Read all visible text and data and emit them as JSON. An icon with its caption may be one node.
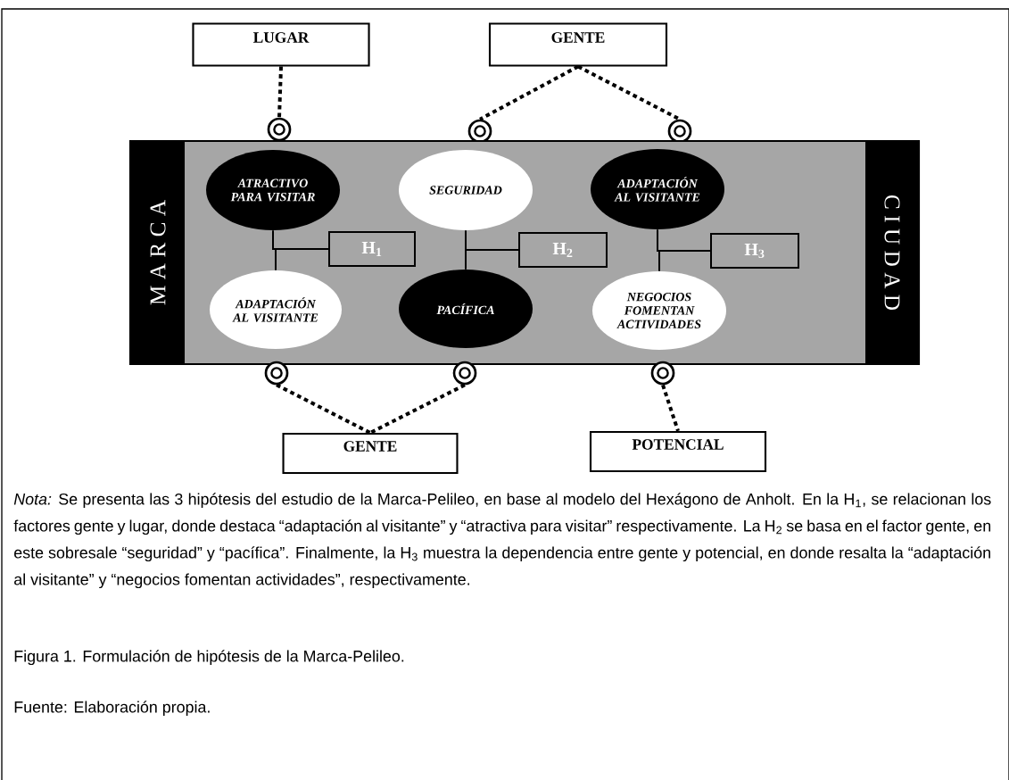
{
  "diagram": {
    "caption": "Figura 1. Formulación de hipótesis de la Marca-Pelileo.",
    "nodes": [
      {
        "text": [
          "LUGAR"
        ]
      },
      {
        "text": [
          "GENTE"
        ]
      },
      {
        "text": [],
        "shape": "circle"
      },
      {
        "text": [],
        "shape": "circle"
      },
      {
        "text": [],
        "shape": "circle"
      },
      {
        "text": [
          "M A R C A",
          "C I U D A D"
        ]
      },
      {
        "text": [
          "ATRACTIVO PARA VISITAR"
        ],
        "in": 5
      },
      {
        "text": [
          "SEGURIDAD"
        ],
        "in": 5
      },
      {
        "text": [
          "ADAPTACIÓN AL VISITANTE"
        ],
        "in": 5
      },
      {
        "text": [
          "H$_{1}$"
        ],
        "in": 5
      },
      {
        "text": [
          "H$_{2}$"
        ],
        "in": 5
      },
      {
        "text": [
          "H$_{3}$"
        ],
        "in": 5
      },
      {
        "text": [
          "ADAPTACIÓN AL VISITANTE"
        ],
        "in": 5
      },
      {
        "text": [
          "PACÍFICA"
        ],
        "in": 5
      },
      {
        "text": [
          "NEGOCIOS FOMENTAN ACTIVIDADES"
        ],
        "in": 5
      },
      {
        "text": [],
        "shape": "circle"
      },
      {
        "text": [],
        "shape": "circle"
      },
      {
        "text": [],
        "shape": "circle"
      },
      {
        "text": [
          "GENTE"
        ]
      },
      {
        "text": [
          "POTENCIAL"
        ]
      }
    ],
    "edges": [
      {
        "from": 0,
        "to": 2,
        "arrow": "none",
        "style": "dashed"
      },
      {
        "from": 1,
        "to": 3,
        "arrow": "none",
        "style": "dashed"
      },
      {
        "from": 1,
        "to": 4,
        "arrow": "none",
        "style": "dashed"
      },
      {
        "from": 9,
        "to": 6,
        "arrow": "none"
      },
      {
        "from": 9,
        "to": 12,
        "arrow": "none"
      },
      {
        "from": 10,
        "to": 7,
        "arrow": "none"
      },
      {
        "from": 10,
        "to": 13,
        "arrow": "none"
      },
      {
        "from": 11,
        "to": 8,
        "arrow": "none"
      },
      {
        "from": 11,
        "to": 14,
        "arrow": "none"
      },
      {
        "from": 15,
        "to": 18,
        "arrow": "none",
        "style": "dashed"
      },
      {
        "from": 16,
        "to": 18,
        "arrow": "none",
        "style": "dashed"
      },
      {
        "from": 17,
        "to": 19,
        "arrow": "none",
        "style": "dashed"
      }
    ],
    "labels": [
      "*Nota:* Se presenta las 3 hipótesis del estudio de la Marca-Pelileo, en base al modelo del Hexágono de Anholt. En la H$_{1}$, se relacionan los factores gente y lugar, donde destaca “adaptación al visitante” y “atractiva para visitar” respectivamente. La H$_{2}$ se basa en el factor gente, en este sobresale “seguridad” y “pacífica”. Finalmente, la H$_{3}$ muestra la dependencia entre gente y potencial, en donde resalta la “adaptación al visitante” y “negocios fomentan actividades”, respectivamente.",
      "Fuente: Elaboración propia."
    ]
  }
}
